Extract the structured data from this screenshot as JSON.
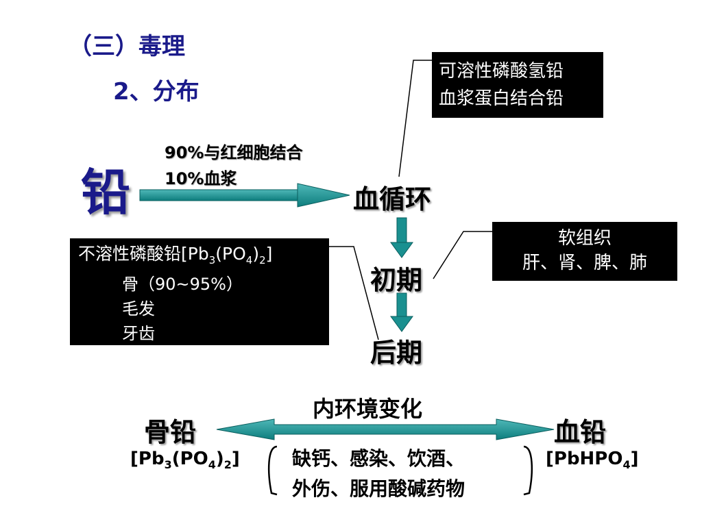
{
  "section": "（三）毒理",
  "subtitle": "2、分布",
  "lead": "铅",
  "arrow_label": [
    "90%与红细胞结合",
    "10%血浆"
  ],
  "stages": [
    "血循环",
    "初期",
    "后期"
  ],
  "blood_box": [
    "可溶性磷酸氢铅",
    "血浆蛋白结合铅"
  ],
  "soft_box": [
    "软组织",
    "肝、肾、脾、肺"
  ],
  "bone_box": {
    "title_prefix": "不溶性磷酸铅[Pb",
    "s1": "3",
    "mid": "(PO",
    "s2": "4",
    "suf": ")",
    "s3": "2",
    "end": "]",
    "items": [
      "骨（90~95%）",
      "毛发",
      "牙齿"
    ]
  },
  "bottom": {
    "left": "骨铅",
    "left_formula": {
      "a": "[Pb",
      "s1": "3",
      "b": "(PO",
      "s2": "4",
      "c": ")",
      "s3": "2",
      "d": "]"
    },
    "right": "血铅",
    "right_formula": {
      "a": "[PbHPO",
      "s1": "4",
      "b": "]"
    },
    "arrow_label": "内环境变化",
    "factors": [
      "缺钙、感染、饮酒、",
      "外伤、服用酸碱药物"
    ]
  }
}
